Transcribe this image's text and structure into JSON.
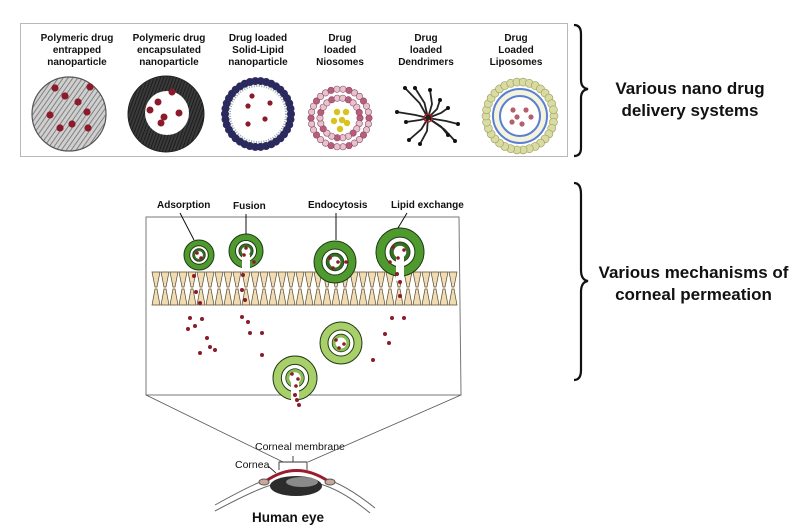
{
  "top_panel": {
    "nanoparticles": [
      {
        "id": "polymeric-entrapped",
        "label": "Polymeric drug\nentrapped\nnanoparticle"
      },
      {
        "id": "polymeric-encapsulated",
        "label": "Polymeric drug\nencapsulated\nnanoparticle"
      },
      {
        "id": "solid-lipid",
        "label": "Drug loaded\nSolid-Lipid\nnanoparticle"
      },
      {
        "id": "niosomes",
        "label": "Drug\nloaded\nNiosomes"
      },
      {
        "id": "dendrimers",
        "label": "Drug\nloaded\nDendrimers"
      },
      {
        "id": "liposomes",
        "label": "Drug\nLoaded\nLiposomes"
      }
    ],
    "side_label": "Various nano drug\ndelivery systems"
  },
  "middle_panel": {
    "mechanisms": [
      {
        "id": "adsorption",
        "label": "Adsorption"
      },
      {
        "id": "fusion",
        "label": "Fusion"
      },
      {
        "id": "endocytosis",
        "label": "Endocytosis"
      },
      {
        "id": "lipid-exchange",
        "label": "Lipid exchange"
      }
    ],
    "side_label": "Various mechanisms of\ncorneal permeation"
  },
  "eye": {
    "corneal_membrane_label": "Corneal membrane",
    "cornea_label": "Cornea",
    "title": "Human eye"
  },
  "colors": {
    "drug_dot": "#8b1a2b",
    "vesicle_green": "#4f9a2f",
    "vesicle_light_green": "#a9cf6a",
    "lipid_head": "#efdcb4",
    "membrane_outline": "#5a4a2a",
    "solid_lipid_blue": "#2b2a5e",
    "liposome_blue": "#5b7fd1",
    "liposome_head": "#d8dca0",
    "cornea_red": "#9b1c2c"
  }
}
